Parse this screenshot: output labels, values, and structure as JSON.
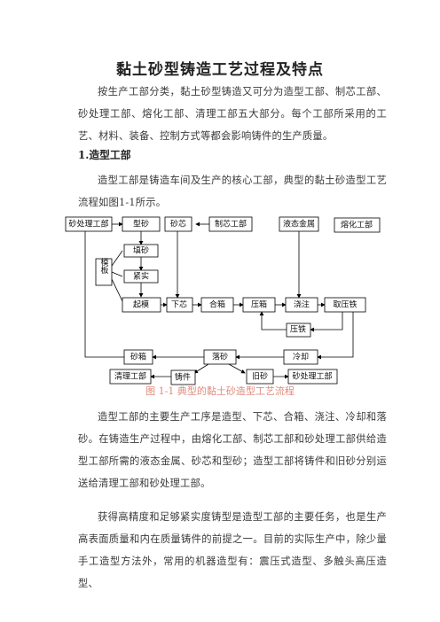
{
  "title": "黏土砂型铸造工艺过程及特点",
  "intro": "按生产工部分类，黏土砂型铸造又可分为造型工部、制芯工部、砂处理工部、熔化工部、清理工部五大部分。每个工部所采用的工艺、材料、装备、控制方式等都会影响铸件的生产质量。",
  "section1": {
    "heading": "1.造型工部",
    "para1": "造型工部是铸造车间及生产的核心工部，典型的黏土砂造型工艺流程如图1-1所示。",
    "para2": "造型工部的主要生产工序是造型、下芯、合箱、浇注、冷却和落砂。在铸造生产过程中，由熔化工部、制芯工部和砂处理工部供给造型工部所需的液态金属、砂芯和型砂；造型工部将铸件和旧砂分别运送给清理工部和砂处理工部。",
    "para3": "获得高精度和足够紧实度铸型是造型工部的主要任务，也是生产高表面质量和内在质量铸件的前提之一。目前的实际生产中，除少量手工造型方法外，常用的机器造型有：震压式造型、多触头高压造型、"
  },
  "figure": {
    "caption": "图 1-1  典型的黏土砂造型工艺流程",
    "nodes": {
      "sand_processing_top": "砂处理工部",
      "model_sand": "型砂",
      "sand_core": "砂芯",
      "core_making": "制芯工部",
      "liquid_metal": "液态金属",
      "melting": "熔化工部",
      "fill_sand": "填砂",
      "pattern_plate": "模板",
      "compaction": "紧实",
      "lift_pattern": "起模",
      "set_core": "下芯",
      "close_flask": "合箱",
      "weight_flask": "压箱",
      "pour": "浇注",
      "remove_weight": "取压铁",
      "weight_iron": "压铁",
      "flask": "砂箱",
      "shakeout": "落砂",
      "cool": "冷却",
      "cleaning": "清理工部",
      "casting": "铸件",
      "used_sand": "旧砂",
      "sand_processing_bottom": "砂处理工部"
    }
  }
}
